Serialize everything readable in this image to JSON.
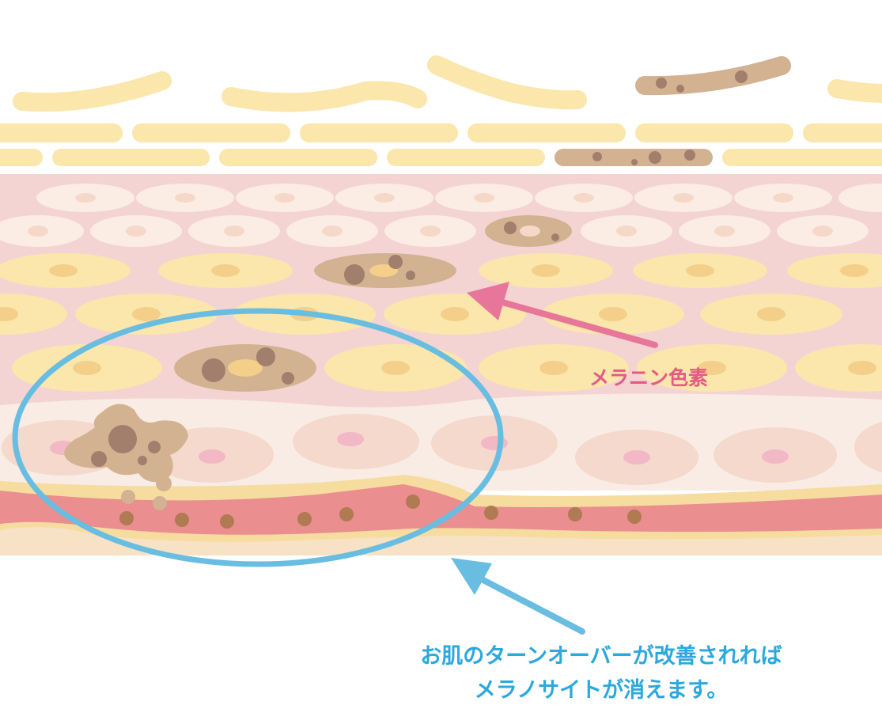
{
  "labels": {
    "melanin": "メラニン色素",
    "turnover_line1": "お肌のターンオーバーが改善されれば",
    "turnover_line2": "メラノサイトが消えます。"
  },
  "colors": {
    "background": "#ffffff",
    "horny_layer": "#fbe6ab",
    "epidermis_bg": "#f4d4d2",
    "pale_cell": "#fbede4",
    "pale_nucleus": "#f6d8c8",
    "granular_cell": "#fbe6ab",
    "granular_nucleus": "#f4cf8a",
    "basal_band": "#f8ece4",
    "basal_cell": "#f4d9cc",
    "basal_nucleus": "#f3b8c6",
    "membrane_yellow": "#f7dca0",
    "capillary": "#ea8e8f",
    "dermis": "#f7e2c6",
    "melanin_cell": "#d2b290",
    "melanin_dot": "#a27e6c",
    "melanin_granule": "#b07a52",
    "melanin_label": "#e45a86",
    "pink_arrow": "#e8769a",
    "blue_ellipse": "#68bde1",
    "turnover_label": "#2ba8dd"
  }
}
